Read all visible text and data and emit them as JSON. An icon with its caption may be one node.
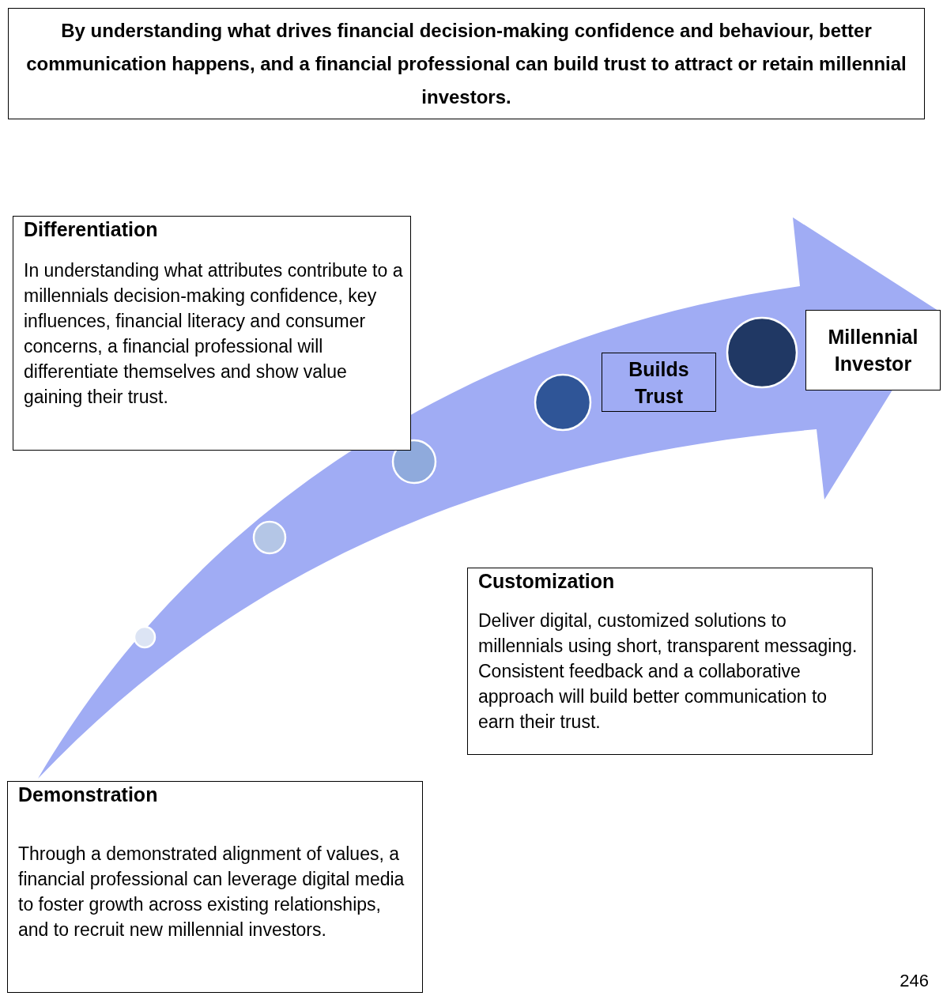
{
  "diagram": {
    "title": "By understanding what drives financial decision-making confidence and behaviour, better communication happens, and a financial professional can build trust to attract or retain millennial investors.",
    "nodes": [
      {
        "text": [
          "Differentiation",
          "In understanding what attributes contribute to a millennials decision-making confidence, key influences, financial literacy and consumer concerns, a financial professional will differentiate themselves and show value gaining their trust."
        ]
      },
      {
        "text": [
          "Builds Trust"
        ]
      },
      {
        "text": [
          "Millennial Investor"
        ]
      },
      {
        "text": [
          "Customization",
          "Deliver digital, customized solutions to millennials using short, transparent messaging.  Consistent feedback and a collaborative approach will build better communication to earn their trust."
        ]
      },
      {
        "text": [
          "Demonstration",
          "Through a demonstrated alignment of values, a financial professional can leverage digital media to foster growth across existing relationships, and to recruit new millennial investors."
        ]
      },
      {
        "text": [],
        "shape": "circle"
      },
      {
        "text": [],
        "shape": "circle"
      },
      {
        "text": [],
        "shape": "circle"
      },
      {
        "text": [],
        "shape": "circle"
      },
      {
        "text": [],
        "shape": "circle"
      }
    ],
    "edges": [],
    "labels": [
      "246"
    ]
  }
}
